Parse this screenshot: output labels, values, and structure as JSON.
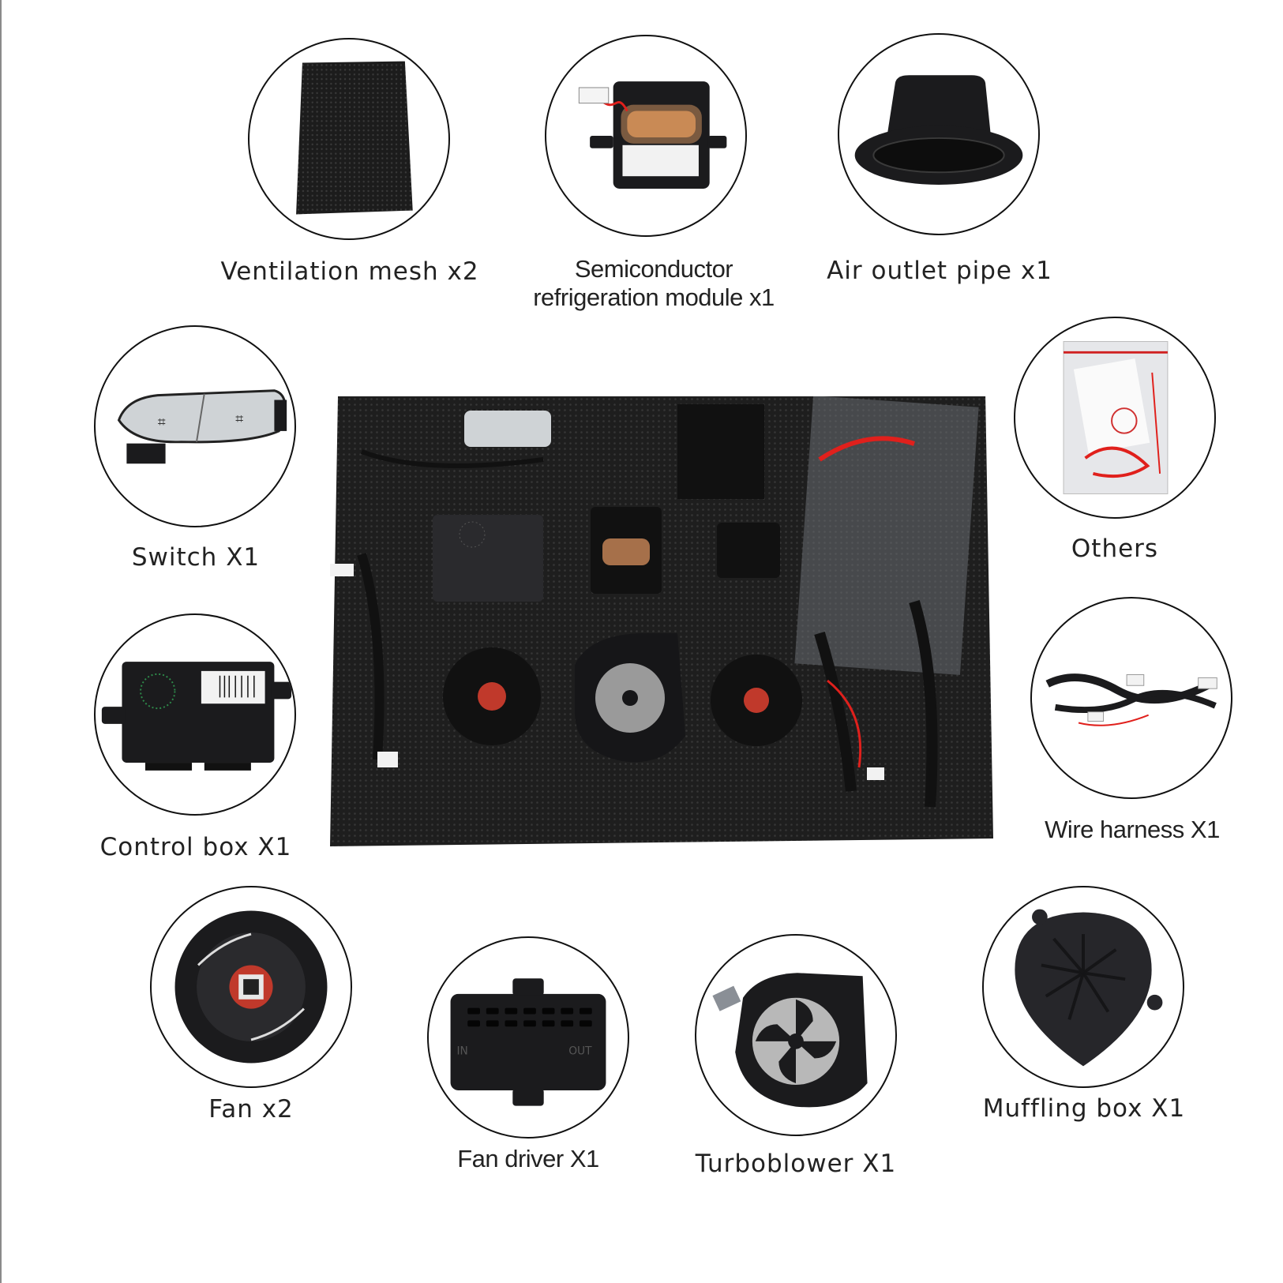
{
  "labels": {
    "ventilation_mesh": "Ventilation mesh x2",
    "refrigeration_line1": "Semiconductor",
    "refrigeration_line2": "refrigeration module x1",
    "air_outlet_pipe": "Air outlet pipe x1",
    "switch": "Switch X1",
    "others": "Others",
    "control_box": "Control box X1",
    "wire_harness": "Wire harness X1",
    "fan": "Fan x2",
    "fan_driver": "Fan driver X1",
    "turboblower": "Turboblower X1",
    "muffling_box": "Muffling box X1"
  },
  "fan_driver_ports": {
    "in": "IN",
    "out": "OUT"
  },
  "icons": [
    "ventilation-mesh",
    "refrigeration-module",
    "air-outlet-pipe",
    "seat-switch",
    "accessory-bag",
    "control-box",
    "wire-harness",
    "cooling-fan",
    "fan-driver",
    "turboblower",
    "muffling-box"
  ],
  "colors": {
    "background": "#ffffff",
    "outline": "#111111",
    "part_black": "#1b1b1d",
    "wire_red": "#e0201c"
  }
}
